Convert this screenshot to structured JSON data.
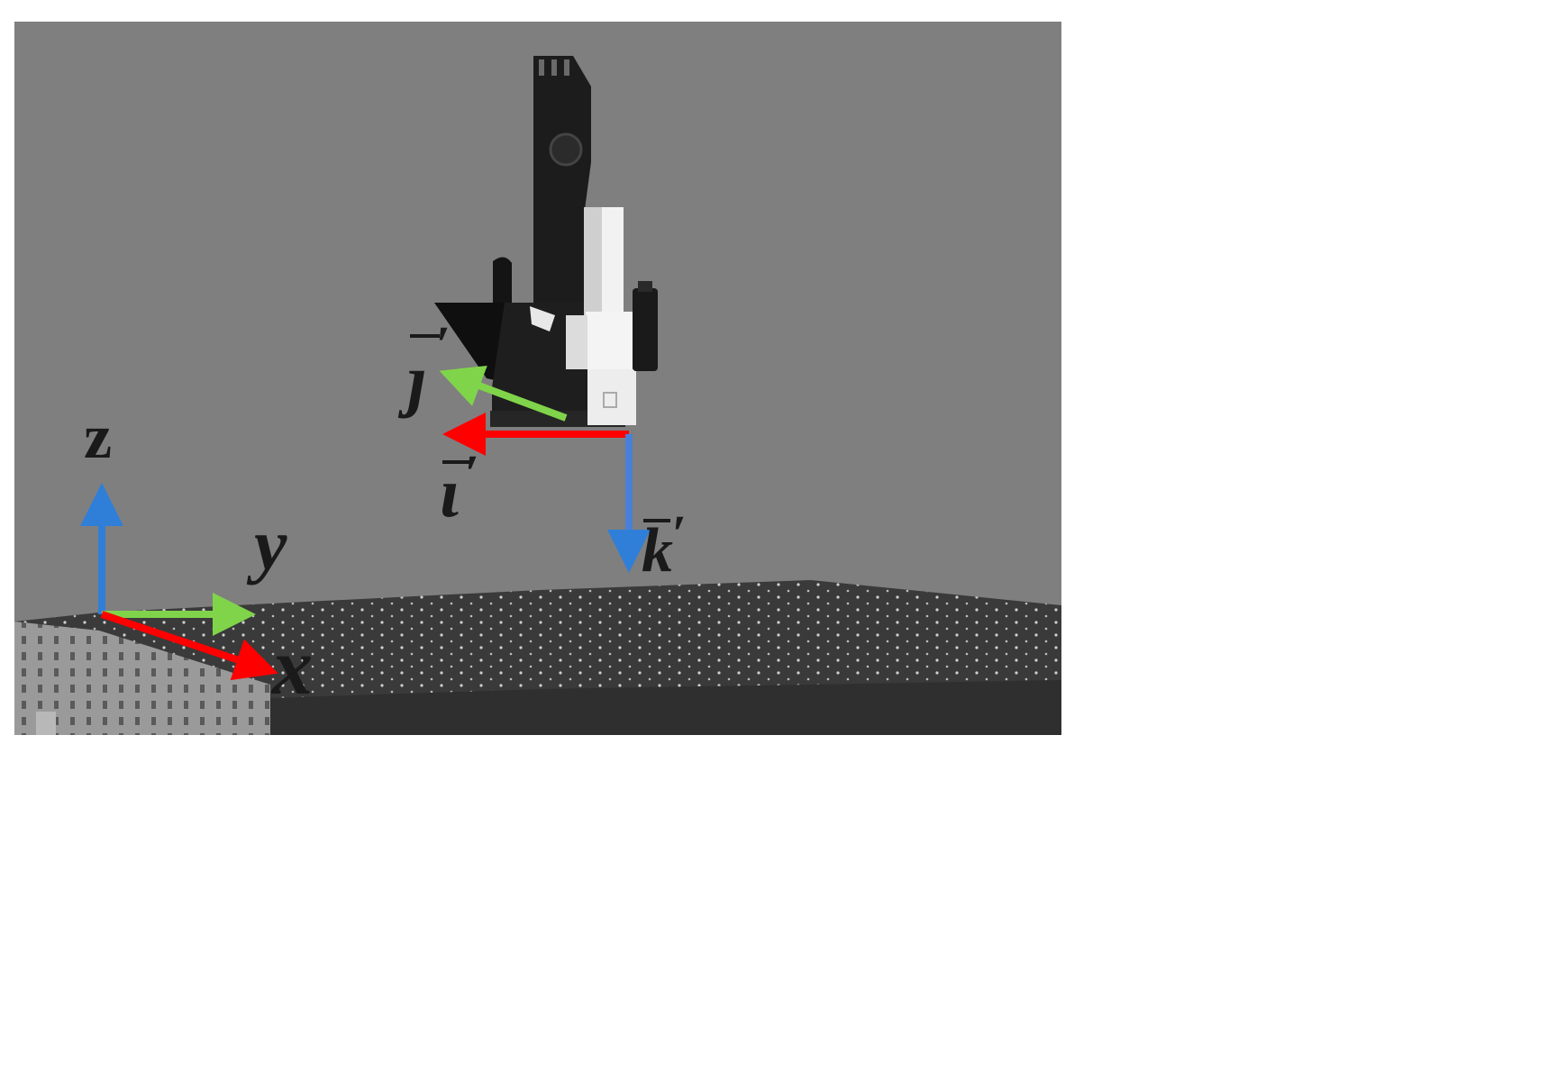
{
  "scene": {
    "background_color": "#7f7f7f",
    "border_color": "#ffffff",
    "table_color": "#3a3a3a",
    "hole_color": "#d8d8d8",
    "robot_arm_color": "#1c1c1c",
    "tool_color": "#f2f2f2"
  },
  "world_frame": {
    "x_label": "x",
    "y_label": "y",
    "z_label": "z",
    "x_color": "#ff0000",
    "y_color": "#80d44a",
    "z_color": "#2f7fd8"
  },
  "tool_frame": {
    "i_label": "ι",
    "j_label": "ȷ",
    "k_label": "k",
    "prime": "′",
    "i_color": "#ff0000",
    "j_color": "#80d44a",
    "k_color": "#4a7fd8"
  }
}
